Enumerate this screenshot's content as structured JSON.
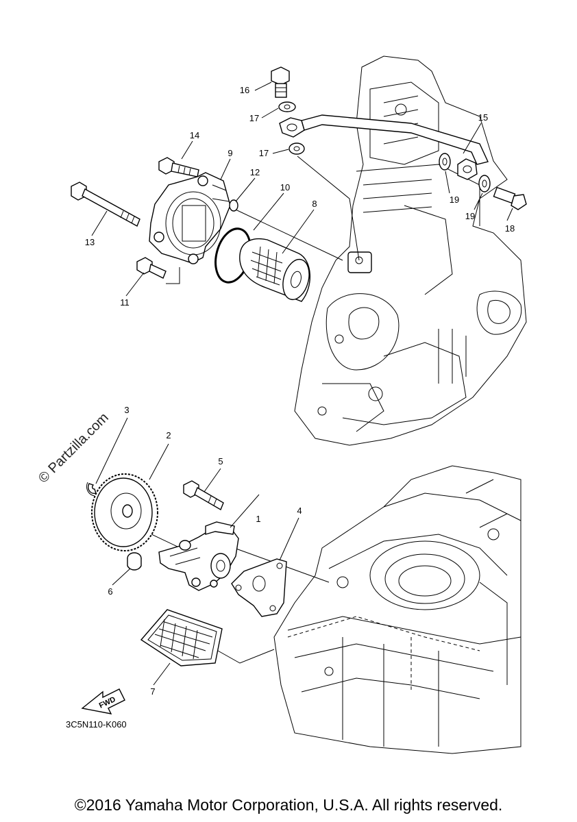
{
  "watermark": "© Partzilla.com",
  "diagram_code": "3C5N110-K060",
  "copyright": "©2016 Yamaha Motor Corporation, U.S.A. All rights reserved.",
  "fwd_label": "FWD",
  "callouts": [
    "1",
    "2",
    "3",
    "4",
    "5",
    "6",
    "7",
    "8",
    "9",
    "10",
    "11",
    "12",
    "13",
    "14",
    "15",
    "16",
    "17",
    "17",
    "18",
    "19",
    "19"
  ]
}
